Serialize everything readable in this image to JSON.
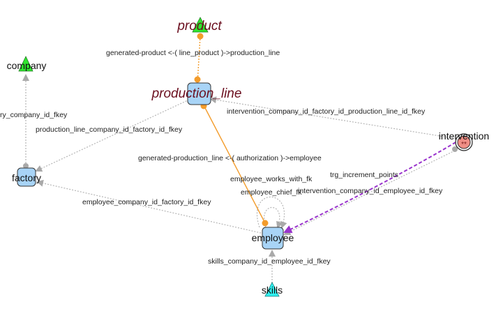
{
  "nodes": {
    "product": "product",
    "company": "company",
    "production_line": "production_line",
    "factory": "factory",
    "intervention": "intervention",
    "intervention_badge": "**",
    "employee": "employee",
    "skills": "skills"
  },
  "edges": {
    "generated_product": "generated-product <-( line_product )->production_line",
    "company_fkey": "ry_company_id_fkey",
    "production_line_factory": "production_line_company_id_factory_id_fkey",
    "intervention_production_line": "intervention_company_id_factory_id_production_line_id_fkey",
    "generated_production_line": "generated-production_line <-( authorization )->employee",
    "employee_works_with": "employee_works_with_fk",
    "trg_increment_points": "trg_increment_points",
    "employee_chief": "employee_chief_fk",
    "intervention_employee": "intervention_company_id_employee_id_fkey",
    "employee_factory": "employee_company_id_factory_id_fkey",
    "skills_employee": "skills_company_id_employee_id_fkey"
  },
  "colors": {
    "node_fill": "#a8d4f7",
    "triangle_green": "#2ee62e",
    "triangle_cyan": "#2ff2f2",
    "intervention_fill": "#f08f86",
    "edge_gray": "#b5b5b5",
    "edge_orange": "#f39c2c",
    "edge_purple": "#9933cc",
    "title_color": "#6b0f1f"
  }
}
